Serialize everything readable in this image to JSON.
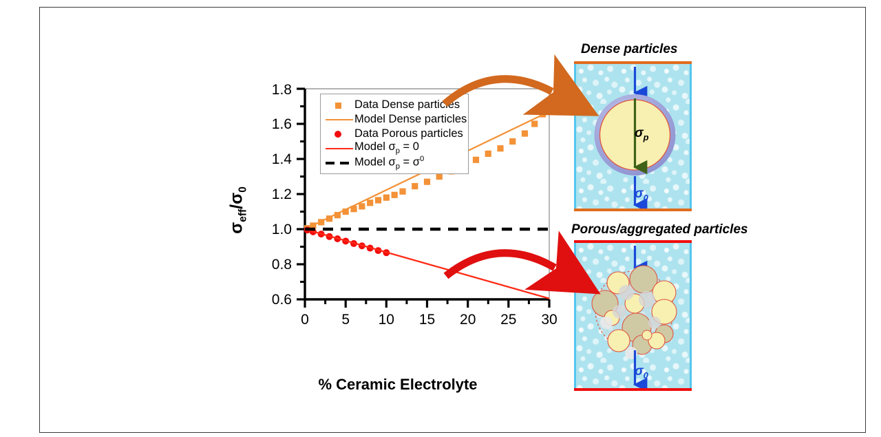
{
  "figure": {
    "background": "#ffffff",
    "frame_color": "#3a3a3a"
  },
  "plot": {
    "xaxis_title_html": "% Ceramic Electrolyte",
    "xaxis_title": "% Ceramic Electrolyte",
    "yaxis_title": "σeff/σ0",
    "x_ticks": [
      "0",
      "5",
      "10",
      "15",
      "20",
      "25",
      "30"
    ],
    "y_ticks": [
      "0.6",
      "0.8",
      "1.0",
      "1.2",
      "1.4",
      "1.6",
      "1.8"
    ],
    "colors": {
      "dense_orange": "#F39237",
      "porous_red": "#F20D0D",
      "model_red_line": "#FF2A15",
      "model_black_dash": "#000000",
      "axis": "#000000",
      "frame": "#9a9a9a"
    }
  },
  "legend": {
    "items": [
      {
        "key": "square-orange",
        "label": "Data Dense particles"
      },
      {
        "key": "line-orange",
        "label": "Model Dense particles"
      },
      {
        "key": "circle-red",
        "label": "Data Porous particles"
      },
      {
        "key": "line-red",
        "label": "Model σp = 0"
      },
      {
        "key": "dash-black",
        "label": "Model σp = σ0"
      }
    ],
    "item_labels": {
      "data_dense": "Data Dense particles",
      "model_dense": "Model Dense particles",
      "data_porous": "Data Porous particles",
      "model_sigma_p_zero_pre": "Model ",
      "model_sigma_p_zero_post": " = 0",
      "model_sigma_p_sigma0_pre": "Model ",
      "model_sigma_p_sigma0_post": " = "
    }
  },
  "chart_data": {
    "type": "scatter",
    "title": "",
    "xlabel": "% Ceramic Electrolyte",
    "ylabel": "σeff/σ0",
    "xlim": [
      0,
      30
    ],
    "ylim": [
      0.6,
      1.8
    ],
    "xticks": [
      0,
      5,
      10,
      15,
      20,
      25,
      30
    ],
    "yticks": [
      0.6,
      0.8,
      1.0,
      1.2,
      1.4,
      1.6,
      1.8
    ],
    "grid": false,
    "legend_position": "top-left-inside",
    "series": [
      {
        "name": "Data Dense particles",
        "type": "scatter",
        "marker": "square",
        "color": "#F39237",
        "x": [
          0.3,
          1.0,
          2.0,
          3.0,
          4.0,
          5.0,
          6.0,
          7.0,
          8.0,
          9.0,
          10.0,
          11.0,
          12.0,
          13.5,
          15.0,
          16.5,
          18.0,
          19.5,
          21.0,
          22.5,
          24.0,
          25.5,
          27.0,
          28.2,
          29.2
        ],
        "y": [
          1.005,
          1.02,
          1.04,
          1.06,
          1.08,
          1.1,
          1.115,
          1.13,
          1.15,
          1.165,
          1.18,
          1.195,
          1.215,
          1.245,
          1.27,
          1.3,
          1.33,
          1.365,
          1.395,
          1.43,
          1.46,
          1.5,
          1.545,
          1.6,
          1.655
        ]
      },
      {
        "name": "Model Dense particles",
        "type": "line",
        "color": "#F39237",
        "x": [
          0,
          30
        ],
        "y": [
          1.0,
          1.67
        ]
      },
      {
        "name": "Data Porous particles",
        "type": "scatter",
        "marker": "circle",
        "color": "#F20D0D",
        "x": [
          0.3,
          1.0,
          2.0,
          3.0,
          4.0,
          5.0,
          6.0,
          7.0,
          8.0,
          9.0,
          10.0
        ],
        "y": [
          0.995,
          0.985,
          0.972,
          0.958,
          0.945,
          0.932,
          0.918,
          0.905,
          0.892,
          0.878,
          0.866
        ]
      },
      {
        "name": "Model σp = 0",
        "type": "line",
        "color": "#FF2A15",
        "x": [
          0,
          30
        ],
        "y": [
          1.0,
          0.605
        ]
      },
      {
        "name": "Model σp = σ0",
        "type": "line-dashed",
        "color": "#000000",
        "x": [
          0,
          30
        ],
        "y": [
          1.0,
          1.0
        ]
      }
    ]
  },
  "diagram_dense": {
    "title": "Dense particles",
    "band_color": "#E06C1E",
    "medium_color": "#ADE3EE",
    "shell_color": "#9FA3DC",
    "core_color": "#F7F0B0",
    "core_outline": "#E0553F",
    "arrow_outer_color": "#1A48D8",
    "arrow_inner_color": "#3F6118",
    "label_sigma_p": "σp",
    "label_sigma_0": "σ0",
    "sigma_p_color": "#000000",
    "sigma_0_color": "#1A48D8"
  },
  "diagram_porous": {
    "title": "Porous/aggregated particles",
    "band_color": "#F00C0C",
    "medium_color": "#ADE3EE",
    "agglomerate_outline": "#E0553F",
    "label_sigma_0": "σ0",
    "sigma_0_color": "#1A48D8",
    "particle_core_color": "#F7F0B0",
    "particle_alt_color": "#CFC9A4",
    "particle_grey_color": "#D6D6D6"
  },
  "arrows": {
    "top": {
      "name": "curved-arrow-dense",
      "color": "#D2691E"
    },
    "bottom": {
      "name": "curved-arrow-porous",
      "color": "#E01010"
    }
  }
}
